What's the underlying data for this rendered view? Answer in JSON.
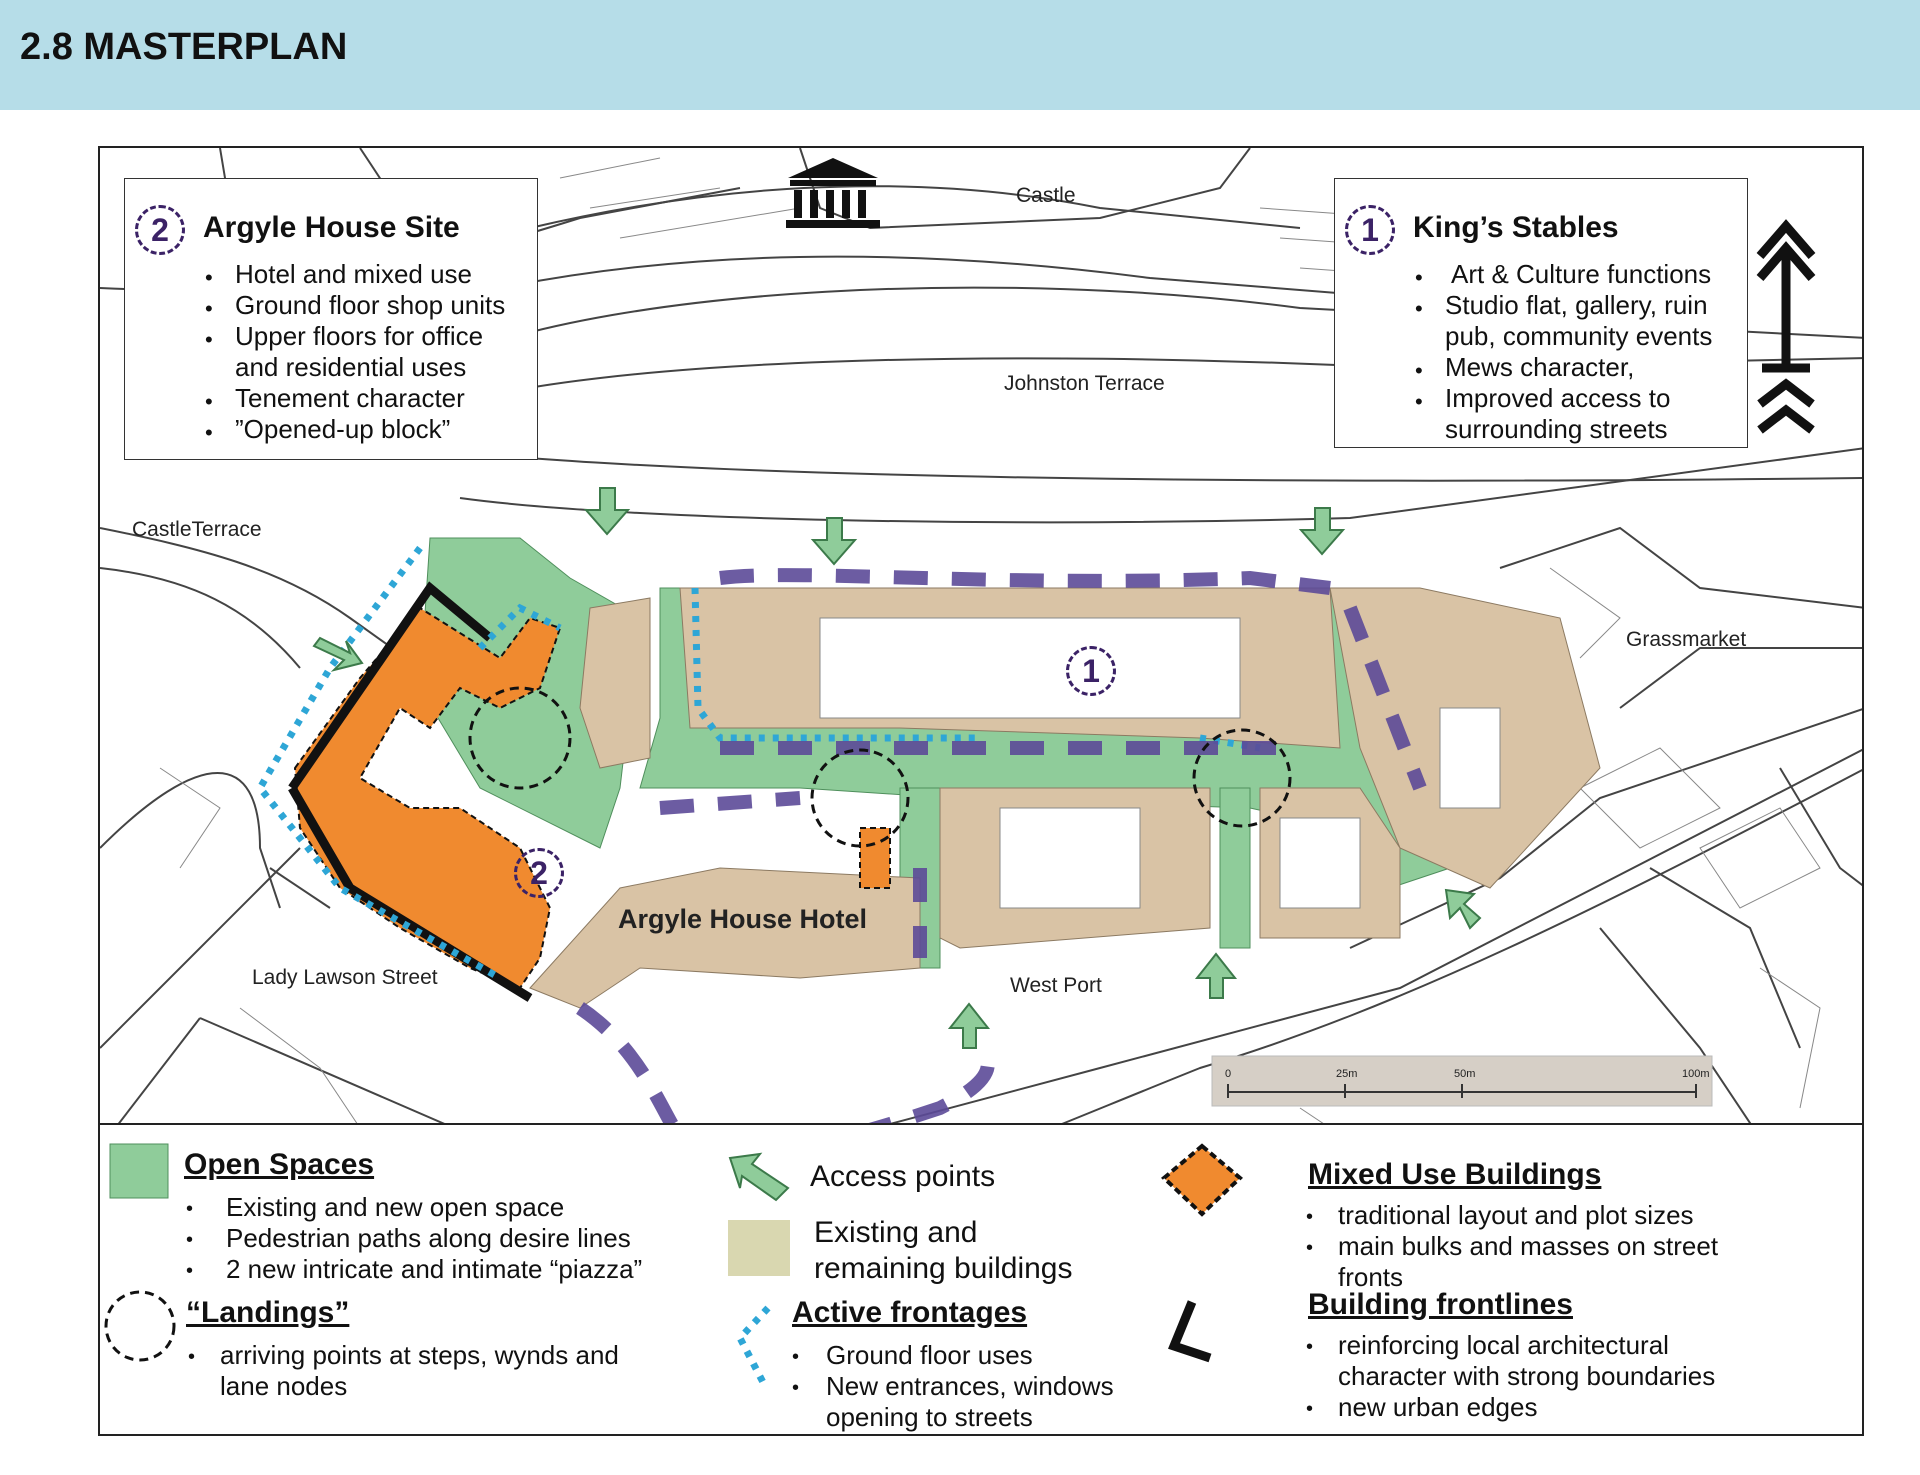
{
  "page": {
    "title": "2.8 MASTERPLAN"
  },
  "site_boxes": {
    "argyle": {
      "number": "2",
      "title": "Argyle House Site",
      "items": [
        "Hotel and mixed use",
        "Ground floor shop units",
        "Upper floors for office",
        "and residential uses",
        "Tenement character",
        "”Opened-up block”"
      ]
    },
    "kings": {
      "number": "1",
      "title": "King’s Stables",
      "items": [
        "Art & Culture functions",
        "Studio flat, gallery, ruin",
        "pub, community events",
        "Mews character,",
        "Improved access to",
        "surrounding streets"
      ]
    }
  },
  "map_labels": {
    "castle": "Castle",
    "johnston_terrace": "Johnston Terrace",
    "castle_terrace": "CastleTerrace",
    "grassmarket": "Grassmarket",
    "lady_lawson": "Lady Lawson Street",
    "west_port": "West Port",
    "argyle_hotel": "Argyle House Hotel",
    "site_1": "1",
    "site_2": "2"
  },
  "scale_bar": {
    "ticks": [
      "0",
      "25m",
      "50m",
      "100m"
    ]
  },
  "legend": {
    "open_spaces": {
      "heading": "Open Spaces",
      "items": [
        "Existing and new open space",
        "Pedestrian paths along desire lines",
        "2 new intricate and intimate “piazza”"
      ]
    },
    "landings": {
      "heading": "“Landings”",
      "items": [
        "arriving points at steps, wynds and",
        "lane nodes"
      ]
    },
    "access": {
      "label": "Access points"
    },
    "existing": {
      "line1": "Existing and",
      "line2": "remaining buildings"
    },
    "active": {
      "heading": "Active frontages",
      "items": [
        "Ground floor uses",
        "New entrances, windows",
        "opening to streets"
      ]
    },
    "mixed": {
      "heading": "Mixed Use Buildings",
      "items": [
        "traditional layout and plot sizes",
        "main bulks and masses on street",
        "fronts"
      ]
    },
    "frontlines": {
      "heading": "Building frontlines",
      "items": [
        "reinforcing local architectural",
        "character with strong boundaries",
        "new urban edges"
      ]
    }
  },
  "colors": {
    "header_bg": "#b6dde8",
    "open_space": "#8fcc9a",
    "existing_building": "#d9c3a5",
    "mixed_use": "#f08a2f",
    "active_frontage": "#2ea6d6",
    "purple_edge": "#5c4a98",
    "legend_existing": "#d9d7b0"
  }
}
